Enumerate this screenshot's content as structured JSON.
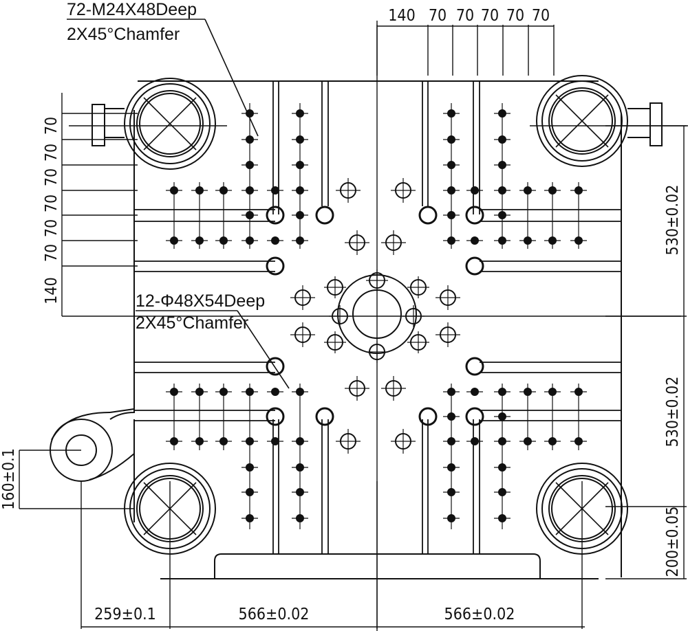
{
  "title": "",
  "callouts": {
    "thread_top_spec": "72-M24X48",
    "thread_top_depth": "Deep",
    "thread_chamfer": "2X45°",
    "thread_chamfer_word": "Chamfer",
    "bore_spec": "12-Φ48X54",
    "bore_depth": "Deep",
    "bore_chamfer": "2X45°",
    "bore_chamfer_word": "Chamfer"
  },
  "dimensions": {
    "top": [
      "140",
      "70",
      "70",
      "70",
      "70",
      "70"
    ],
    "left": [
      "70",
      "70",
      "70",
      "70",
      "70",
      "70",
      "140"
    ],
    "right": [
      "530±0.02",
      "530±0.02",
      "200±0.05"
    ],
    "left_lower": "160±0.1",
    "bottom": [
      "259±0.1",
      "566±0.02",
      "566±0.02"
    ]
  },
  "colors": {
    "line": "#111111",
    "background": "#ffffff"
  }
}
